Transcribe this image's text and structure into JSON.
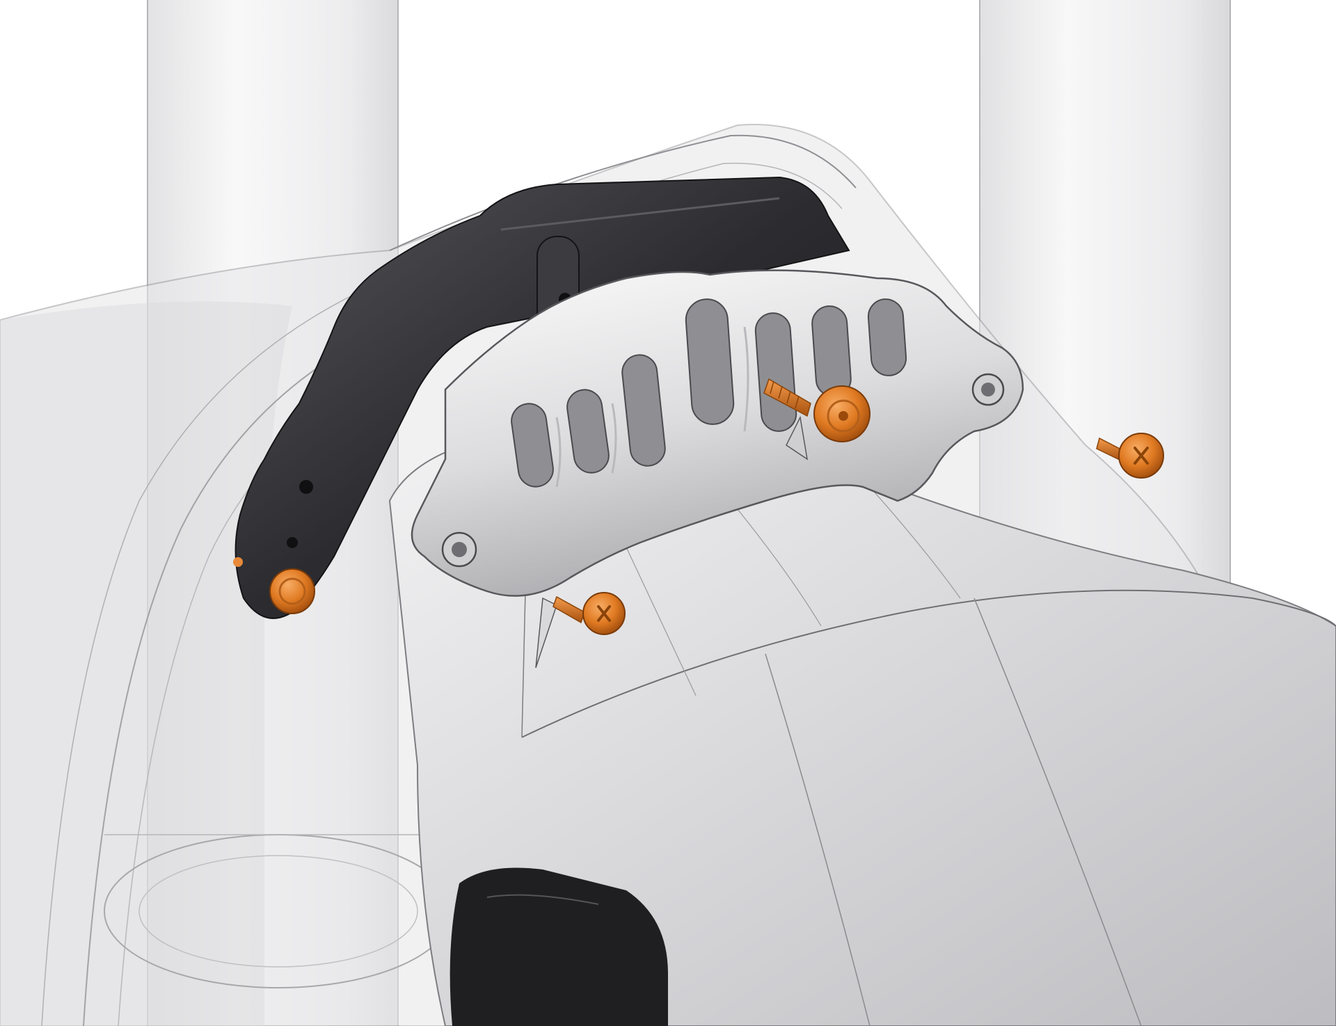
{
  "diagram": {
    "kind": "exploded-assembly-render",
    "colors": {
      "background": "#ffffff",
      "ghost_fill": "#e9e9ea",
      "ghost_edge": "#9a9a9d",
      "tube_light": "#f4f4f5",
      "tube_dark": "#c9c9cc",
      "bracket_light": "#fafafa",
      "bracket_mid": "#d6d6d8",
      "bracket_dark": "#8e8e92",
      "gasket_dark": "#2a2a2d",
      "gasket_mid": "#4a4a4e",
      "screw_orange": "#e07a22",
      "screw_dark": "#9c4a0c",
      "screw_light": "#f6a45a"
    },
    "parts": [
      {
        "id": "fork-leg-left",
        "icon": "cylinder-ghost"
      },
      {
        "id": "fork-leg-right",
        "icon": "cylinder-ghost"
      },
      {
        "id": "arch-housing",
        "icon": "translucent-shell"
      },
      {
        "id": "fender-body",
        "icon": "curved-panel"
      },
      {
        "id": "rubber-gasket",
        "icon": "black-gasket"
      },
      {
        "id": "mounting-bracket",
        "icon": "slotted-bracket"
      },
      {
        "id": "screw-left-pivot",
        "icon": "button-head-screw"
      },
      {
        "id": "screw-center-long",
        "icon": "long-screw"
      },
      {
        "id": "screw-lower",
        "icon": "phillips-screw"
      },
      {
        "id": "screw-right-loose",
        "icon": "phillips-screw"
      }
    ]
  }
}
